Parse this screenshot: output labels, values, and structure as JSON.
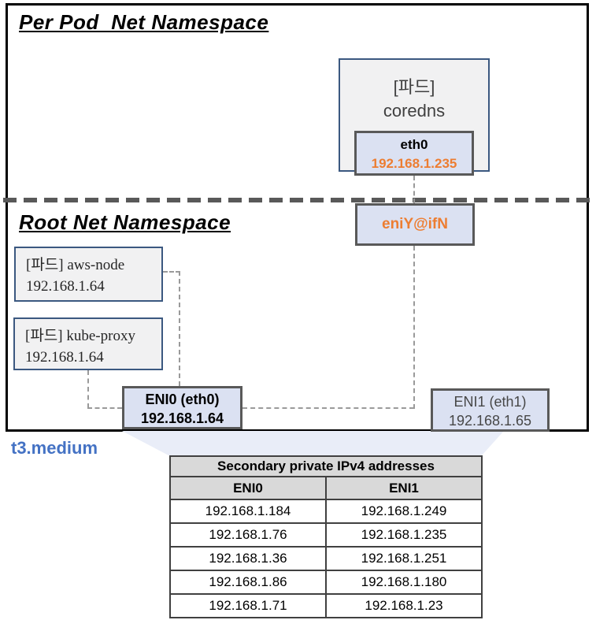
{
  "diagram": {
    "pod_namespace_title": "Per Pod  Net Namespace",
    "root_namespace_title": "Root Net Namespace",
    "coredns": {
      "pod_tag": "[파드]",
      "name": "coredns",
      "iface_name": "eth0",
      "iface_ip": "192.168.1.235"
    },
    "veth": {
      "label": "eniY@ifN"
    },
    "aws_node": {
      "name": "[파드] aws-node",
      "ip": "192.168.1.64"
    },
    "kube_proxy": {
      "name": "[파드] kube-proxy",
      "ip": "192.168.1.64"
    },
    "eni0": {
      "label": "ENI0 (eth0)",
      "ip": "192.168.1.64"
    },
    "eni1": {
      "label": "ENI1 (eth1)",
      "ip": "192.168.1.65"
    },
    "instance_type": "t3.medium"
  },
  "table": {
    "title": "Secondary private IPv4 addresses",
    "columns": [
      "ENI0",
      "ENI1"
    ],
    "rows": [
      [
        "192.168.1.184",
        "192.168.1.249"
      ],
      [
        "192.168.1.76",
        "192.168.1.235"
      ],
      [
        "192.168.1.36",
        "192.168.1.251"
      ],
      [
        "192.168.1.86",
        "192.168.1.180"
      ],
      [
        "192.168.1.71",
        "192.168.1.23"
      ]
    ],
    "highlighted_cell": {
      "row": 1,
      "col": 1,
      "value": "192.168.1.235",
      "color": "#ED7D31"
    }
  },
  "colors": {
    "accent_orange": "#ED7D31",
    "instance_blue": "#4472C4",
    "box_lavender": "#dbe1f2",
    "box_gray": "#f1f1f2",
    "border_dark_gray": "#595959",
    "border_blue": "#3b5880",
    "table_header_gray": "#d9d9d9"
  }
}
